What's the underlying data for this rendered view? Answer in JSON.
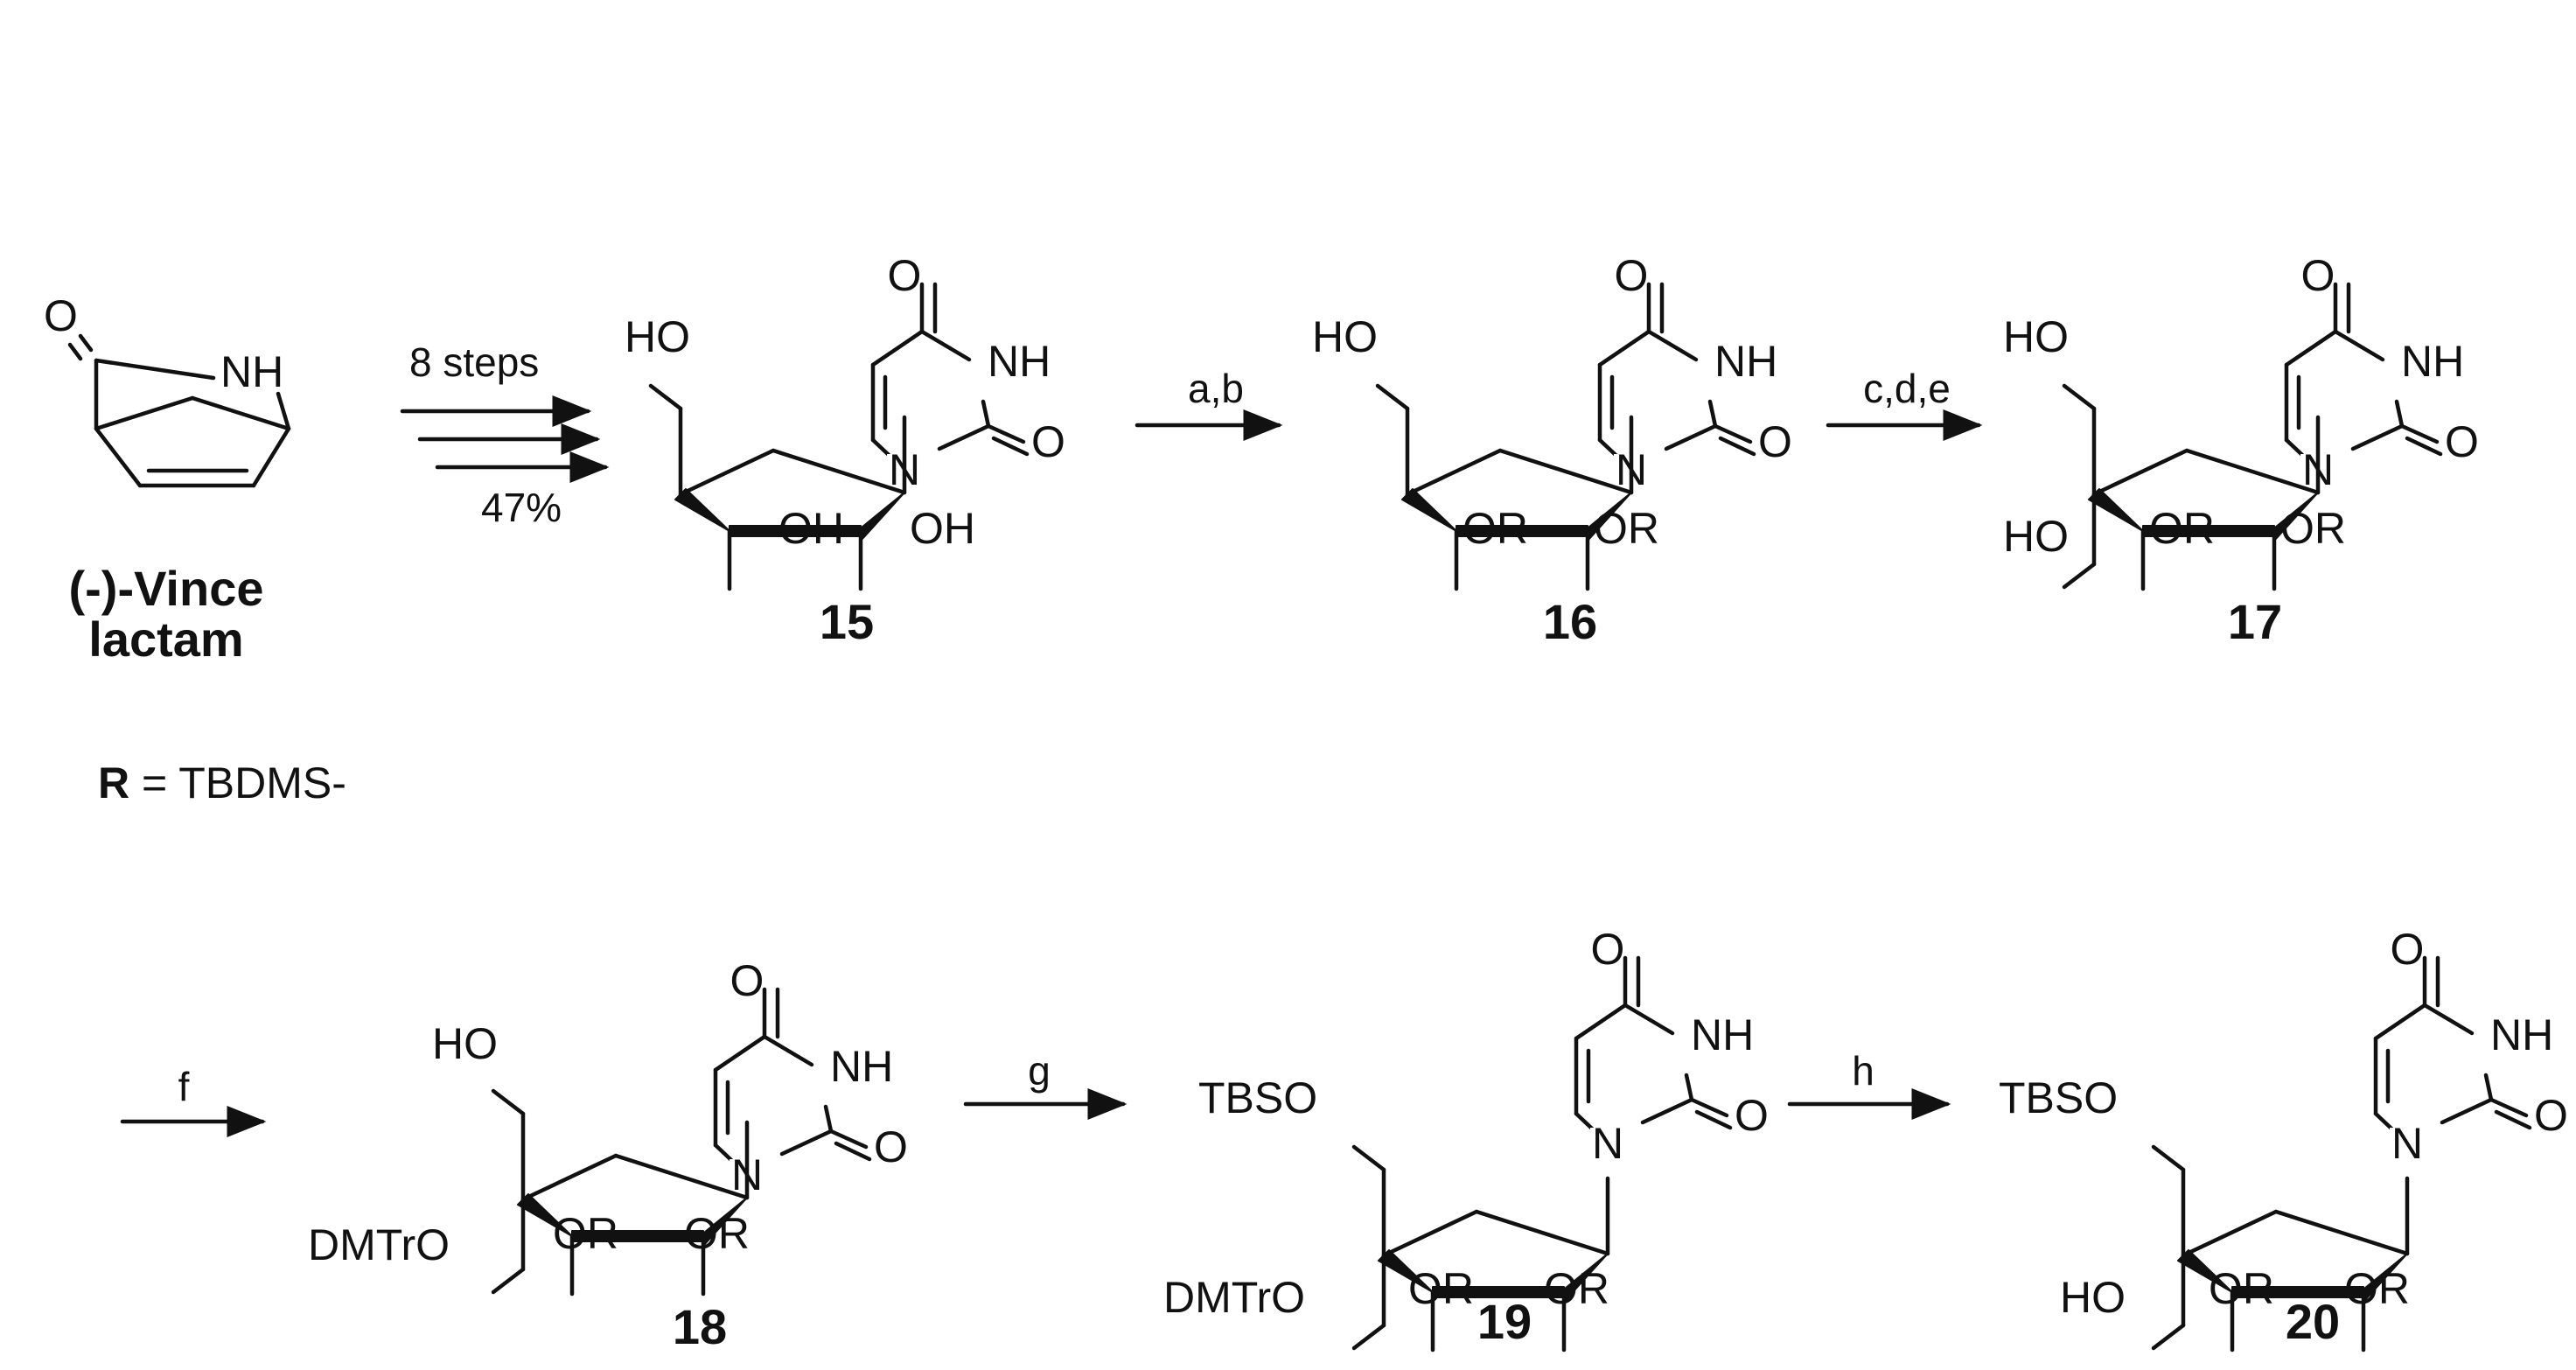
{
  "scheme": {
    "vince": {
      "name_line1": "(-)-Vince",
      "name_line2": "lactam",
      "o": "O",
      "nh": "NH"
    },
    "steps_label": "8 steps",
    "yield_label": "47%",
    "r_def": {
      "r": "R",
      "rest": " = TBDMS-"
    },
    "arrows": {
      "ab": "a,b",
      "cde": "c,d,e",
      "f": "f",
      "g": "g",
      "h": "h"
    },
    "uracil": {
      "o": "O",
      "nh": "NH",
      "n": "N"
    },
    "substituents": {
      "ho": "HO",
      "oh": "OH",
      "or": "OR",
      "tbso": "TBSO",
      "dmtro": "DMTrO"
    },
    "compounds": {
      "c15": "15",
      "c16": "16",
      "c17": "17",
      "c18": "18",
      "c19": "19",
      "c20": "20"
    }
  }
}
